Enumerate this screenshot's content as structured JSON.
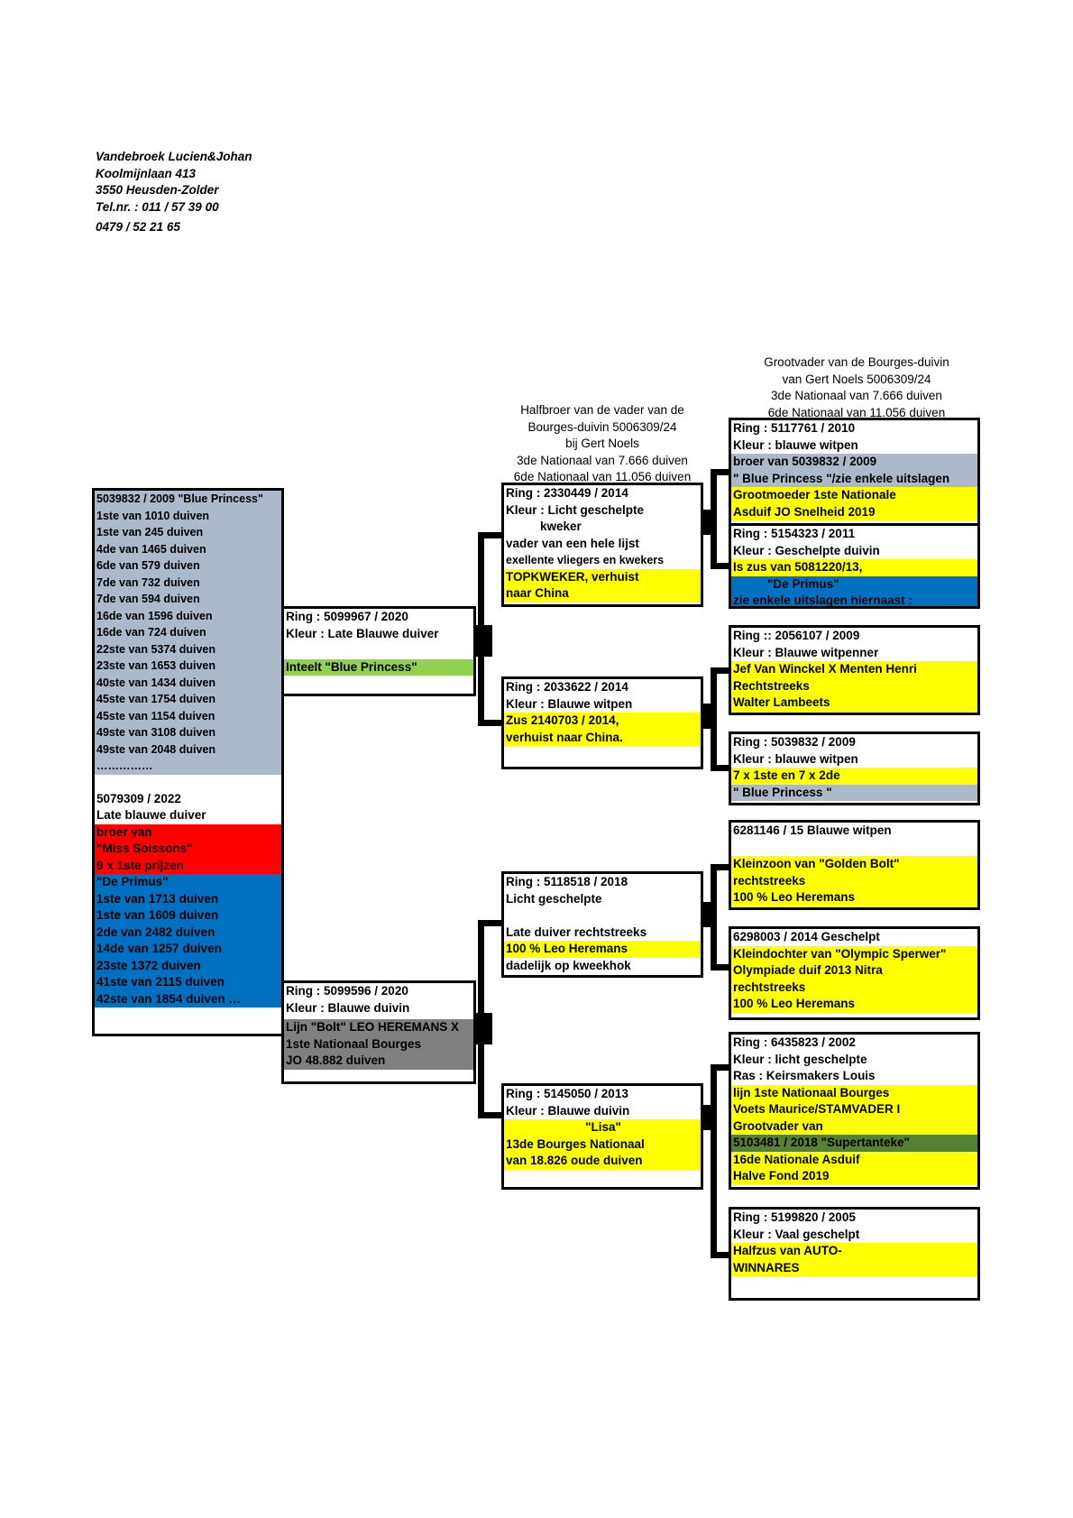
{
  "owner": {
    "name": "Vandebroek Lucien&Johan",
    "street": "Koolmijnlaan 413",
    "city": "3550 Heusden-Zolder",
    "tel": "Tel.nr. : 011 / 57 39 00",
    "mobile": "0479 / 52 21 65"
  },
  "notes": {
    "grandfather": [
      "Grootvader van de Bourges-duivin",
      "van Gert Noels 5006309/24",
      "3de Nationaal van 7.666 duiven",
      "6de Nationaal van 11.056 duiven"
    ],
    "halfbrother": [
      "Halfbroer van de vader van de",
      "Bourges-duivin 5006309/24",
      "bij Gert Noels",
      "3de Nationaal van 7.666 duiven",
      "6de Nationaal van 11.056 duiven"
    ]
  },
  "subject": {
    "sire_rows": [
      "5039832 / 2009 \"Blue Princess\"",
      "1ste van 1010 duiven",
      "1ste van 245 duiven",
      "4de van 1465 duiven",
      "6de van 579 duiven",
      "7de van 732 duiven",
      "7de van 594 duiven",
      "16de van 1596 duiven",
      "16de van 724 duiven",
      "22ste van 5374 duiven",
      "23ste van 1653 duiven",
      "40ste van 1434 duiven",
      "45ste van 1754 duiven",
      "45ste van 1154 duiven",
      "49ste van 3108 duiven",
      "49ste van 2048 duiven",
      "……………"
    ],
    "id_rows": [
      "5079309 / 2022",
      "Late blauwe duiver"
    ],
    "red_rows": [
      "broer van",
      "\"Miss Soissons\"",
      "9 x 1ste prijzen"
    ],
    "blue_rows": [
      "\"De Primus\"",
      "1ste van 1713 duiven",
      "1ste van 1609 duiven",
      "2de van 2482 duiven",
      "14de van 1257 duiven",
      "23ste 1372 duiven",
      "41ste van 2115 duiven",
      "42ste van 1854 duiven …"
    ]
  },
  "parents": {
    "sire": {
      "ring": "Ring : 5099967 / 2020",
      "kleur": "Kleur : Late Blauwe duiver",
      "note": "Inteelt \"Blue Princess\""
    },
    "dam": {
      "ring": "Ring : 5099596 / 2020",
      "kleur": "Kleur : Blauwe duivin",
      "notes": [
        "Lijn \"Bolt\" LEO HEREMANS X",
        "1ste Nationaal Bourges",
        "JO 48.882 duiven"
      ]
    }
  },
  "grandparents": {
    "g1": [
      "Ring : 2330449 / 2014",
      "Kleur : Licht geschelpte",
      "kweker",
      "vader van een hele lijst",
      "exellente vliegers en kwekers",
      "TOPKWEKER, verhuist",
      "naar China"
    ],
    "g2": [
      "Ring : 2033622 / 2014",
      "Kleur : Blauwe witpen",
      "Zus 2140703 / 2014,",
      "verhuist naar China."
    ],
    "g3": [
      "Ring : 5118518 / 2018",
      "Licht geschelpte",
      "Late duiver rechtstreeks",
      "100 % Leo Heremans",
      "dadelijk op kweekhok"
    ],
    "g4": [
      "Ring : 5145050 / 2013",
      "Kleur : Blauwe duivin",
      "\"Lisa\"",
      "13de Bourges Nationaal",
      "van 18.826 oude duiven"
    ]
  },
  "greatgrandparents": {
    "gg1": [
      "Ring : 5117761 / 2010",
      "Kleur : blauwe witpen",
      "broer van 5039832 / 2009",
      "\" Blue Princess \"/zie enkele uitslagen",
      "Grootmoeder 1ste Nationale",
      "Asduif JO Snelheid 2019"
    ],
    "gg2": [
      "Ring : 5154323 / 2011",
      "Kleur : Geschelpte duivin",
      "Is zus van 5081220/13,",
      "\"De Primus\"",
      "zie enkele uitslagen hiernaast :"
    ],
    "gg3": [
      "Ring :: 2056107 / 2009",
      "Kleur : Blauwe witpenner",
      "Jef Van Winckel  X Menten Henri",
      "Rechtstreeks",
      "Walter Lambeets"
    ],
    "gg4": [
      "Ring : 5039832 / 2009",
      "Kleur : blauwe witpen",
      "7 x 1ste en 7 x 2de",
      "\" Blue Princess \""
    ],
    "gg5": [
      "6281146 / 15 Blauwe witpen",
      "Kleinzoon van \"Golden Bolt\"",
      "rechtstreeks",
      "100 % Leo Heremans"
    ],
    "gg6": [
      "6298003 / 2014 Geschelpt",
      "Kleindochter van \"Olympic Sperwer\"",
      "Olympiade duif 2013 Nitra",
      "rechtstreeks",
      "100 % Leo Heremans"
    ],
    "gg7": [
      "Ring : 6435823 / 2002",
      "Kleur : licht geschelpte",
      "Ras : Keirsmakers Louis",
      "lijn 1ste Nationaal Bourges",
      "Voets Maurice/STAMVADER I",
      "Grootvader van",
      "5103481 / 2018 \"Supertanteke\"",
      "16de Nationale Asduif",
      "Halve Fond 2019"
    ],
    "gg8": [
      "Ring :  5199820 / 2005",
      "Kleur : Vaal geschelpt",
      "Halfzus van AUTO-",
      "WINNARES"
    ]
  }
}
